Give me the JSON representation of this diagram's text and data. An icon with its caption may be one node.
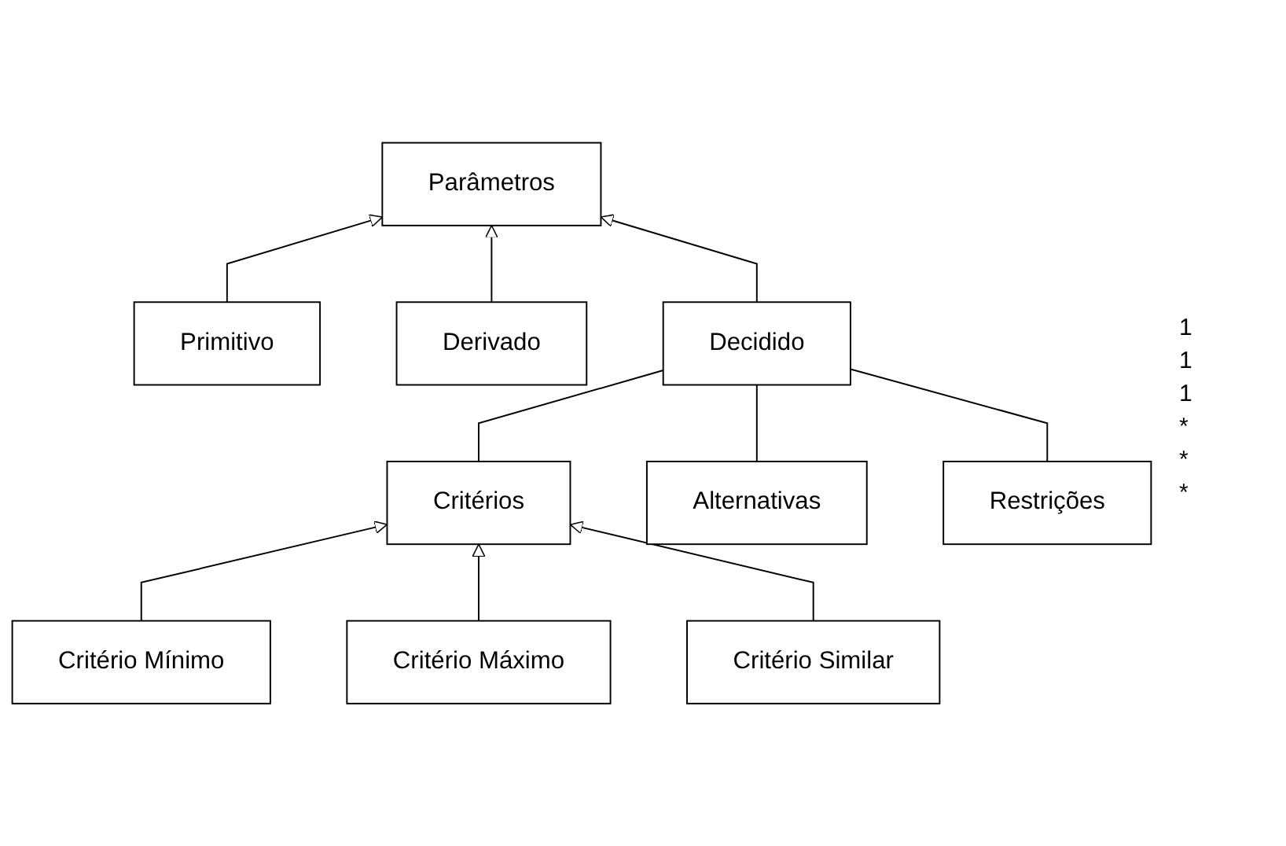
{
  "diagram": {
    "nodes": [
      {
        "text": [
          "Parâmetros"
        ]
      },
      {
        "text": [
          "Primitivo"
        ]
      },
      {
        "text": [
          "Derivado"
        ]
      },
      {
        "text": [
          "Decidido"
        ]
      },
      {
        "text": [
          "Critérios"
        ]
      },
      {
        "text": [
          "Alternativas"
        ]
      },
      {
        "text": [
          "Restrições"
        ]
      },
      {
        "text": [
          "Critério Mínimo"
        ]
      },
      {
        "text": [
          "Critério Máximo"
        ]
      },
      {
        "text": [
          "Critério Similar"
        ]
      }
    ],
    "edges": [
      {
        "from": 1,
        "to": 0,
        "arrow": "to"
      },
      {
        "from": 2,
        "to": 0,
        "arrow": "to"
      },
      {
        "from": 3,
        "to": 0,
        "arrow": "to"
      },
      {
        "from": 3,
        "to": 4,
        "arrow": "none"
      },
      {
        "from": 3,
        "to": 5,
        "arrow": "none"
      },
      {
        "from": 3,
        "to": 6,
        "arrow": "none"
      },
      {
        "from": 7,
        "to": 4,
        "arrow": "to"
      },
      {
        "from": 8,
        "to": 4,
        "arrow": "to"
      },
      {
        "from": 9,
        "to": 4,
        "arrow": "to"
      }
    ],
    "labels": [
      "1",
      "1",
      "1",
      "*",
      "*",
      "*"
    ]
  }
}
